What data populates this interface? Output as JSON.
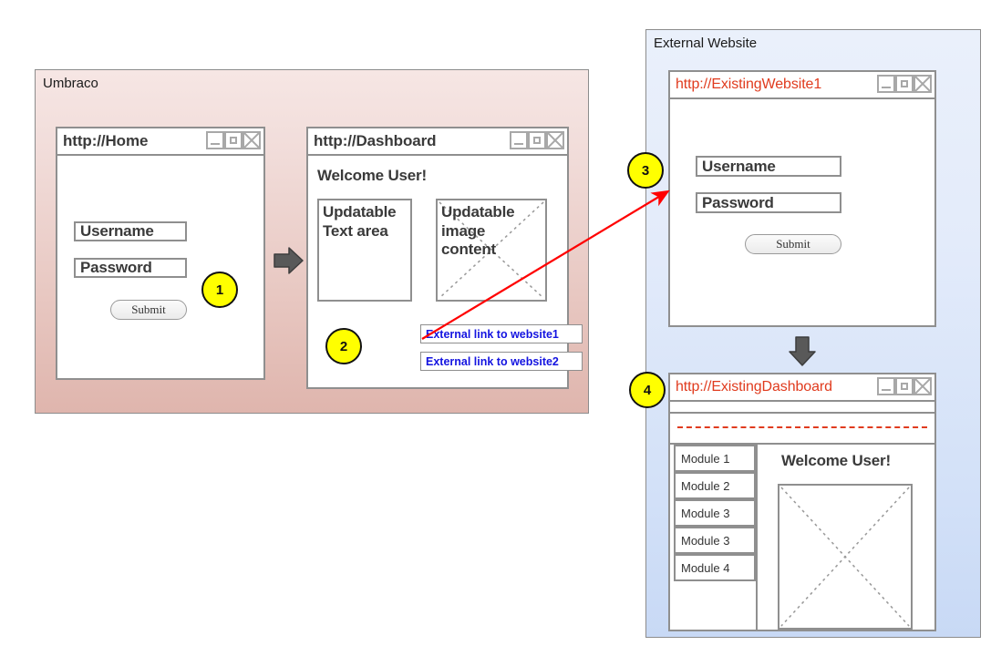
{
  "diagram": {
    "title": "Umbraco to External Website flow wireframe",
    "colors": {
      "umbraco_panel": "#e8c8c2",
      "external_panel": "#d3e1f8",
      "badge": "#ffff00",
      "link_text": "#1414e0",
      "red_url": "#e03b1e",
      "arrow_gray": "#595959",
      "red_arrow": "#ff0000",
      "wire_stroke": "#8f8f8f"
    }
  },
  "umbraco": {
    "panel_label": "Umbraco",
    "home_window": {
      "title": "http://Home",
      "controls": [
        "minimize-icon",
        "maximize-icon",
        "close-icon"
      ],
      "username_field": "Username",
      "password_field": "Password",
      "submit_label": "Submit"
    },
    "dashboard_window": {
      "title": "http://Dashboard",
      "controls": [
        "minimize-icon",
        "maximize-icon",
        "close-icon"
      ],
      "welcome": "Welcome User!",
      "text_area_label": "Updatable\nText area",
      "text_area_lines": [
        "Updatable",
        "Text area"
      ],
      "image_area_lines": [
        "Updatable",
        "image",
        "content"
      ],
      "links": [
        "External link to website1",
        "External link to website2"
      ]
    }
  },
  "external": {
    "panel_label": "External Website",
    "website1_window": {
      "title": "http://ExistingWebsite1",
      "controls": [
        "minimize-icon",
        "maximize-icon",
        "close-icon"
      ],
      "username_field": "Username",
      "password_field": "Password",
      "submit_label": "Submit"
    },
    "existing_dashboard_window": {
      "title": "http://ExistingDashboard",
      "controls": [
        "minimize-icon",
        "maximize-icon",
        "close-icon"
      ],
      "welcome": "Welcome User!",
      "modules": [
        "Module 1",
        "Module 2",
        "Module 3",
        "Module 3",
        "Module 4"
      ],
      "image_placeholder": "image-placeholder-x"
    }
  },
  "badges": [
    {
      "id": "1",
      "label": "1"
    },
    {
      "id": "2",
      "label": "2"
    },
    {
      "id": "3",
      "label": "3"
    },
    {
      "id": "4",
      "label": "4"
    }
  ],
  "connectors": [
    {
      "name": "home-to-dashboard-arrow",
      "direction": "right",
      "style": "block-arrow-gray"
    },
    {
      "name": "website1-to-dashboard-arrow",
      "direction": "down",
      "style": "block-arrow-gray"
    },
    {
      "name": "link1-to-website1-arrow",
      "direction": "up-right",
      "style": "red-line-arrow"
    }
  ]
}
